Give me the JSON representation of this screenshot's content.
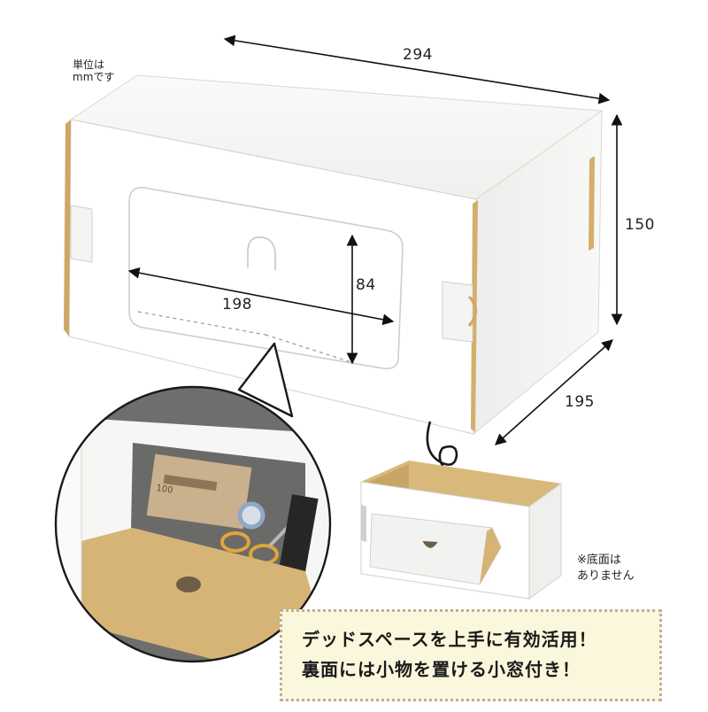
{
  "dimensions": {
    "width": "294",
    "height": "150",
    "depth": "195",
    "window_width": "198",
    "window_height": "84"
  },
  "unit_note": [
    "単位は",
    "mmです"
  ],
  "bottom_note": [
    "※底面は",
    "ありません"
  ],
  "tagline": [
    "デッドスペースを上手に有効活用！",
    "裏面には小物を置ける小窓付き！"
  ],
  "inset_labels": {
    "stamp_number": "100"
  },
  "colors": {
    "box_white": "#ffffff",
    "box_shade": "#f1f1ef",
    "kraft": "#d9b97b",
    "tagline_bg": "#fbf7dd"
  }
}
